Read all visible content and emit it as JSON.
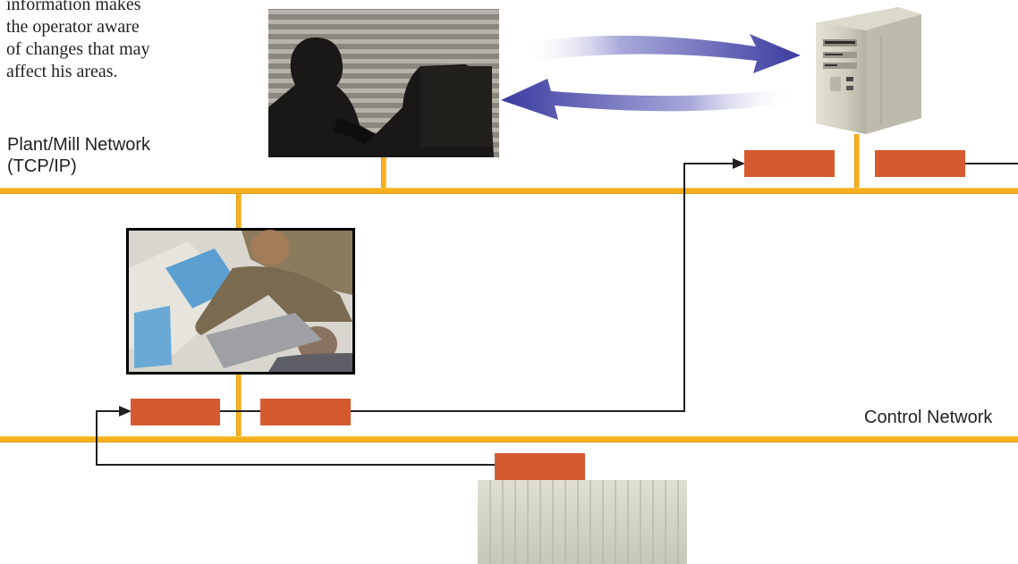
{
  "caption_lines": [
    "information makes",
    "the operator aware",
    "of changes that may",
    "affect his areas."
  ],
  "networks": {
    "plant_line1": "Plant/Mill Network",
    "plant_line2": "(TCP/IP)",
    "control": "Control Network"
  },
  "colors": {
    "bus": "#f5b01e",
    "module": "#d65a2f",
    "arrow": "#4a4aa8",
    "wire": "#231f20"
  }
}
